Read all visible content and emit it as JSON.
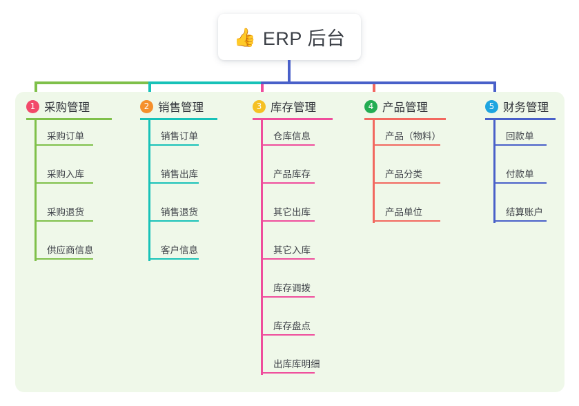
{
  "diagram": {
    "type": "mind-map",
    "title": "ERP 后台",
    "root": {
      "label": "ERP 后台",
      "icon": "thumbs-up-emoji",
      "emoji": "👍"
    },
    "panel_color": "#eff8e9",
    "branches": [
      {
        "number": "1",
        "label": "采购管理",
        "badge_color": "#f2496a",
        "line_color": "#7fc04a",
        "items": [
          "采购订单",
          "采购入库",
          "采购退货",
          "供应商信息"
        ]
      },
      {
        "number": "2",
        "label": "销售管理",
        "badge_color": "#f5902c",
        "line_color": "#18c2b8",
        "items": [
          "销售订单",
          "销售出库",
          "销售退货",
          "客户信息"
        ]
      },
      {
        "number": "3",
        "label": "库存管理",
        "badge_color": "#f5c024",
        "line_color": "#ef4d9c",
        "items": [
          "仓库信息",
          "产品库存",
          "其它出库",
          "其它入库",
          "库存调拨",
          "库存盘点",
          "出库库明细"
        ]
      },
      {
        "number": "4",
        "label": "产品管理",
        "badge_color": "#23ad53",
        "line_color": "#f2685f",
        "items": [
          "产品（物料）",
          "产品分类",
          "产品单位"
        ]
      },
      {
        "number": "5",
        "label": "财务管理",
        "badge_color": "#1ea5e0",
        "line_color": "#4960c9",
        "items": [
          "回款单",
          "付款单",
          "结算账户"
        ]
      }
    ],
    "root_connector_color": "#4960c9"
  }
}
